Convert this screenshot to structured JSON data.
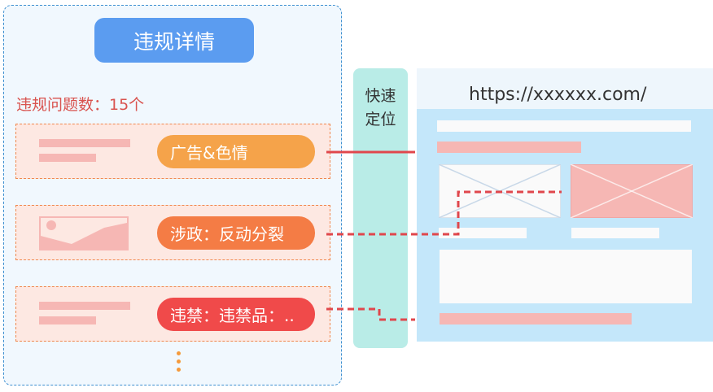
{
  "details_panel": {
    "title": "违规详情",
    "count_text": "违规问题数：15个"
  },
  "violations": [
    {
      "label": "广告&色情",
      "color": "#f5a34a",
      "thumb": "text"
    },
    {
      "label": "涉政：反动分裂",
      "color": "#f47c45",
      "thumb": "image"
    },
    {
      "label": "违禁：违禁品：..",
      "color": "#f04a4a",
      "thumb": "text"
    }
  ],
  "locate": {
    "label_line1": "快速",
    "label_line2": "定位"
  },
  "browser": {
    "url": "https://xxxxxx.com/"
  },
  "colors": {
    "panel_border": "#3d8fd0",
    "title_bg": "#5b9cf0",
    "item_border": "#f0884f",
    "item_bg": "#fde8e2",
    "locate_bg": "#b9ece7",
    "browser_bg": "#c4e7fa",
    "connector": "#e0474c",
    "more_dots": "#f59a3c"
  }
}
